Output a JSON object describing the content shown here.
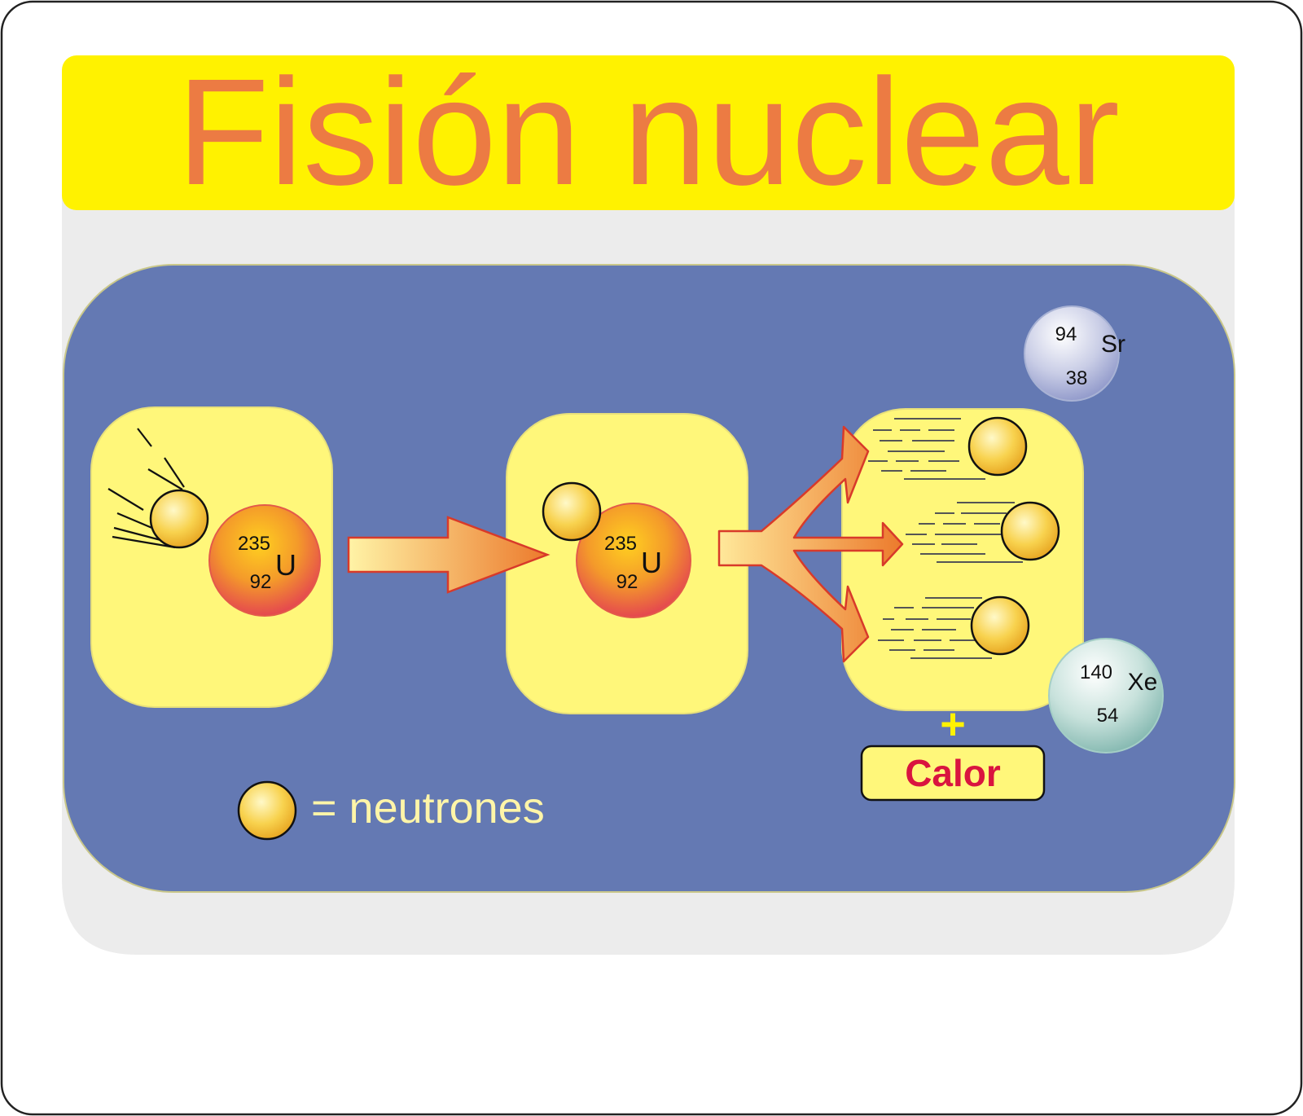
{
  "title": "Fisión nuclear",
  "stage1": {
    "uranium": {
      "mass": "235",
      "atomic": "92",
      "symbol": "U"
    }
  },
  "stage2": {
    "uranium": {
      "mass": "235",
      "atomic": "92",
      "symbol": "U"
    }
  },
  "products": {
    "strontium": {
      "mass": "94",
      "atomic": "38",
      "symbol": "Sr"
    },
    "xenon": {
      "mass": "140",
      "atomic": "54",
      "symbol": "Xe"
    }
  },
  "plus_sign": "+",
  "heat_label": "Calor",
  "legend": {
    "text": "= neutrones"
  },
  "colors": {
    "title_bg": "#fff200",
    "title_text": "#ec7b43",
    "panel_bg": "#6479b3",
    "box_bg": "#fff77a",
    "neutron": "#f6c23c",
    "uranium_core": "#f2a02e",
    "uranium_edge": "#e64a4a",
    "heat_text": "#d9143f",
    "legend_text": "#fff5a8"
  }
}
